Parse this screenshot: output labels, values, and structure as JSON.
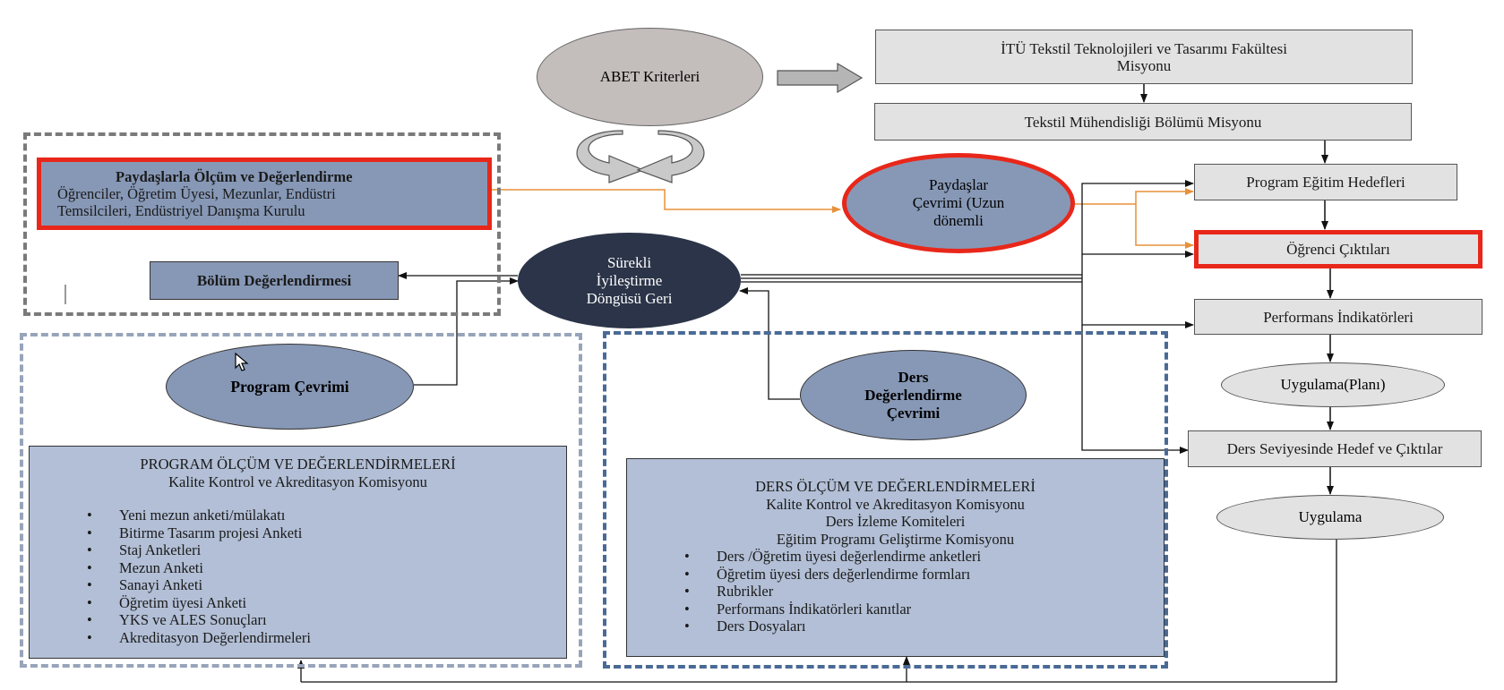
{
  "abet": "ABET Kriterleri",
  "itu_mission": [
    "İTÜ Tekstil Teknolojileri ve Tasarımı Fakültesi",
    "Misyonu"
  ],
  "dept_mission": "Tekstil Mühendisliği Bölümü Misyonu",
  "peo": "Program Eğitim Hedefleri",
  "student_outcomes": "Öğrenci Çıktıları",
  "performance": "Performans İndikatörleri",
  "plan": "Uygulama(Planı)",
  "course_level": "Ders Seviyesinde Hedef ve Çıktılar",
  "apply": "Uygulama",
  "stakeholder_box": {
    "title": "Paydaşlarla Ölçüm ve Değerlendirme",
    "line1": "Öğrenciler, Öğretim Üyesi, Mezunlar, Endüstri",
    "line2": "Temsilcileri, Endüstriyel Danışma Kurulu"
  },
  "stakeholder_cycle": [
    "Paydaşlar",
    "Çevrimi (Uzun",
    "dönemli"
  ],
  "continuous": [
    "Sürekli",
    "İyileştirme",
    "Döngüsü Geri"
  ],
  "dept_eval": "Bölüm Değerlendirmesi",
  "program_cycle": "Program Çevrimi",
  "course_cycle": [
    "Ders",
    "Değerlendirme",
    "Çevrimi"
  ],
  "program_box": {
    "title": "PROGRAM ÖLÇÜM VE DEĞERLENDİRMELERİ",
    "subtitle": "Kalite Kontrol ve Akreditasyon Komisyonu",
    "items": [
      "Yeni mezun anketi/mülakatı",
      "Bitirme Tasarım projesi Anketi",
      "Staj Anketleri",
      "Mezun Anketi",
      "Sanayi Anketi",
      "Öğretim üyesi Anketi",
      "YKS ve ALES Sonuçları",
      "Akreditasyon Değerlendirmeleri"
    ]
  },
  "course_box": {
    "title": "DERS ÖLÇÜM VE DEĞERLENDİRMELERİ",
    "sub1": "Kalite Kontrol ve Akreditasyon Komisyonu",
    "sub2": "Ders İzleme Komiteleri",
    "sub3": "Eğitim Programı Geliştirme Komisyonu",
    "items": [
      "Ders /Öğretim üyesi değerlendirme anketleri",
      "Öğretim üyesi ders değerlendirme formları",
      "Rubrikler",
      "Performans İndikatörleri kanıtlar",
      "Ders Dosyaları"
    ]
  },
  "colors": {
    "highlight_red": "#e8271a",
    "orange_arrow": "#e8903a",
    "blue_box": "#8798b6",
    "light_blue_box": "#b2bfd6",
    "dark_navy": "#2b3448",
    "grey_box": "#e2e2e2"
  }
}
